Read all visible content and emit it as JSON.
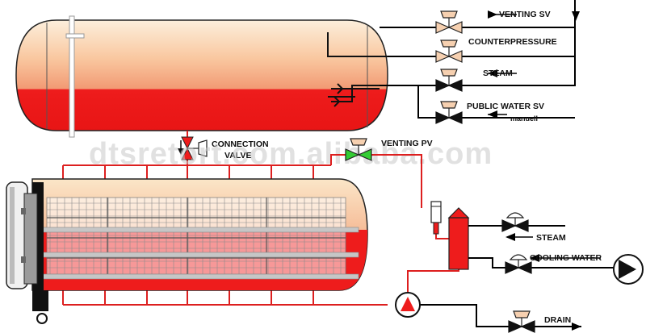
{
  "labels": {
    "venting_sv": "VENTING SV",
    "counterpressure": "COUNTERPRESSURE",
    "steam_top": "STEAM",
    "public_water_sv": "PUBLIC WATER SV",
    "manuell": "manuell",
    "connection": "CONNECTION",
    "valve": "VALVE",
    "venting_pv": "VENTING PV",
    "steam_right": "STEAM",
    "cooling_water": "COOLING WATER",
    "drain": "DRAIN"
  },
  "watermark": "dtsretort.com.alibaba.com",
  "colors": {
    "water_red": "#ee1c1c",
    "tank_top": "#fbe6c8",
    "tank_mid": "#f6a57c",
    "pipe_red": "#dd1f1f",
    "pipe_black": "#000000",
    "valve_green": "#33cc33"
  }
}
